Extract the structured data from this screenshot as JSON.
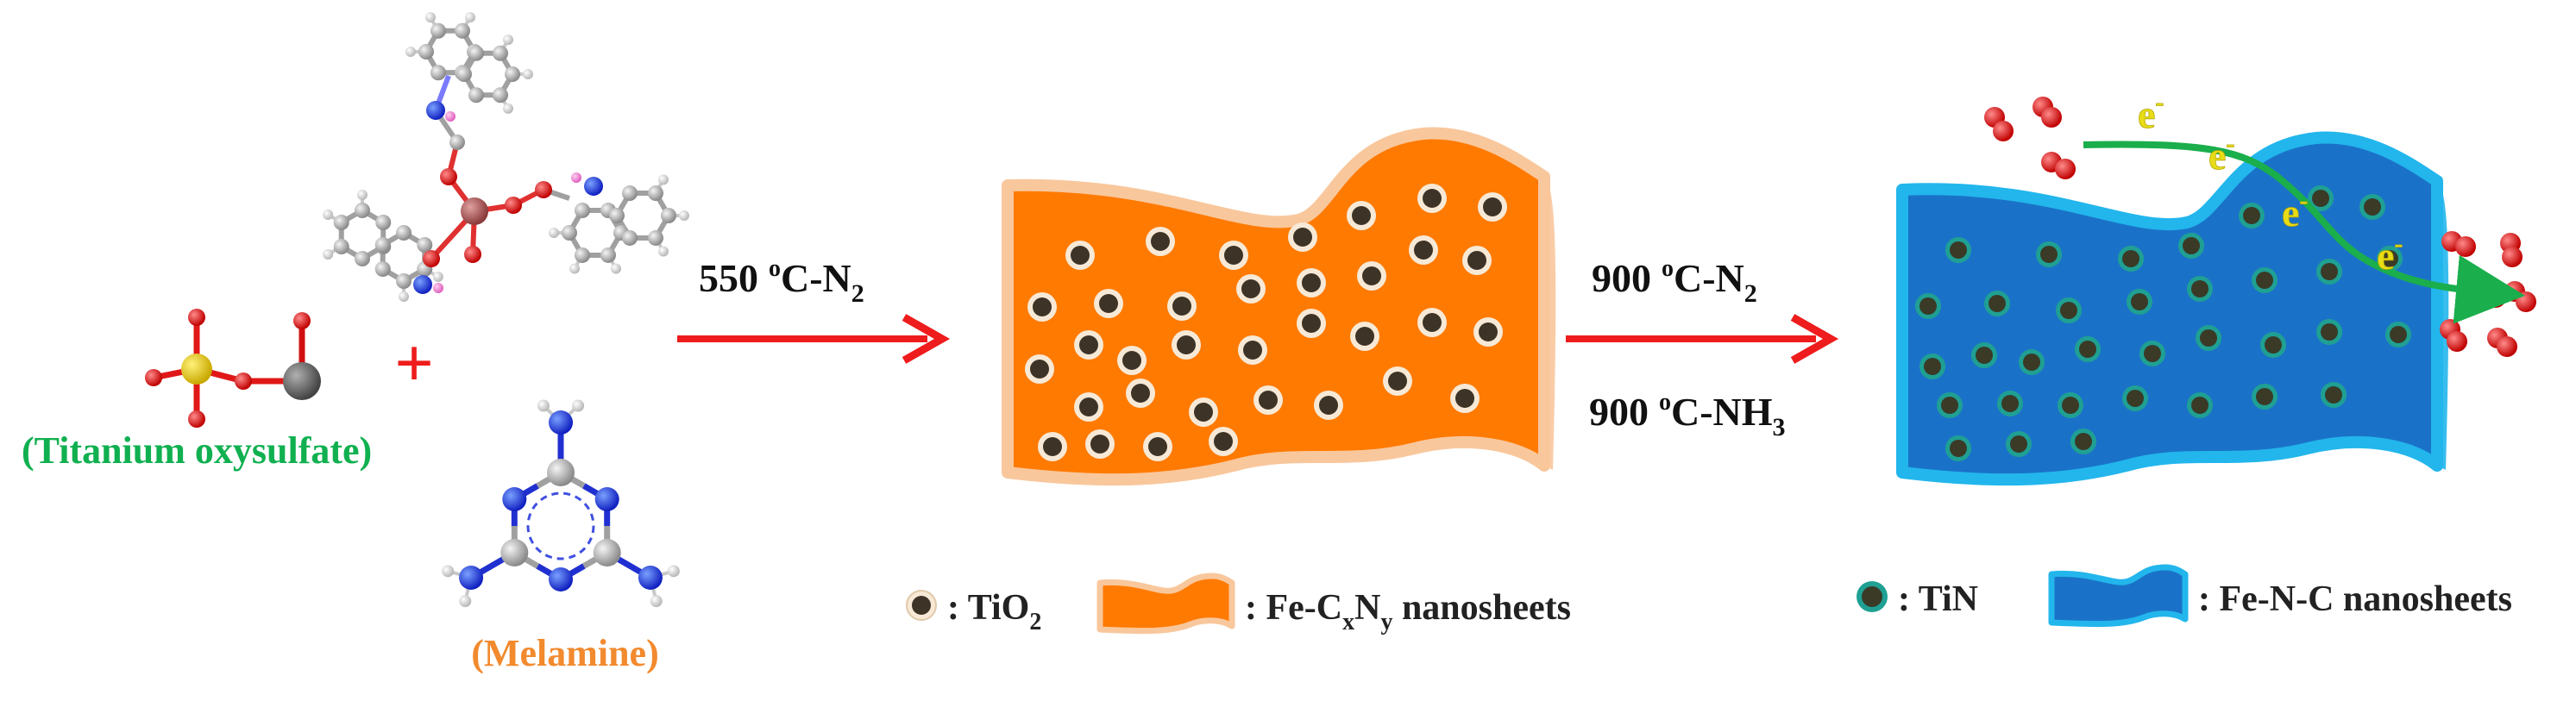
{
  "colors": {
    "arrow": "#ee1c1c",
    "plus": "#ee1c1c",
    "titanium_label": "#10b050",
    "melamine_label": "#f28a2e",
    "orange_sheet": "#ff7a00",
    "orange_border": "#f9c79c",
    "blue_sheet": "#1a72c8",
    "blue_border": "#22b6ec",
    "tio2_dot": "#3d3326",
    "tio2_ring": "#f7e9d6",
    "tin_dot": "#3a3a26",
    "tin_ring": "#1fa093",
    "green_arrow": "#1aae4c",
    "electron": "#f0e020",
    "oxygen": "#e01818"
  },
  "molecules": {
    "titanium_label": "(Titanium oxysulfate)",
    "melamine_label": "(Melamine)",
    "plus": "+"
  },
  "step1": {
    "temp": "550",
    "degree": "o",
    "gas_prefix": "C-N",
    "gas_sub": "2"
  },
  "step2": {
    "line1_temp": "900",
    "line1_degree": "o",
    "line1_gas": "C-N",
    "line1_sub": "2",
    "line2_temp": "900",
    "line2_degree": "o",
    "line2_gas": "C-NH",
    "line2_sub": "3"
  },
  "legend_left": {
    "tio2_prefix": ": TiO",
    "tio2_sub": "2",
    "sheet_prefix": ": Fe-C",
    "sheet_sub1": "x",
    "sheet_mid": "N",
    "sheet_sub2": "y",
    "sheet_suffix": " nanosheets"
  },
  "legend_right": {
    "tin": ": TiN",
    "sheet": ": Fe-N-C nanosheets"
  },
  "electrons": {
    "symbol": "e",
    "charge": "-"
  }
}
